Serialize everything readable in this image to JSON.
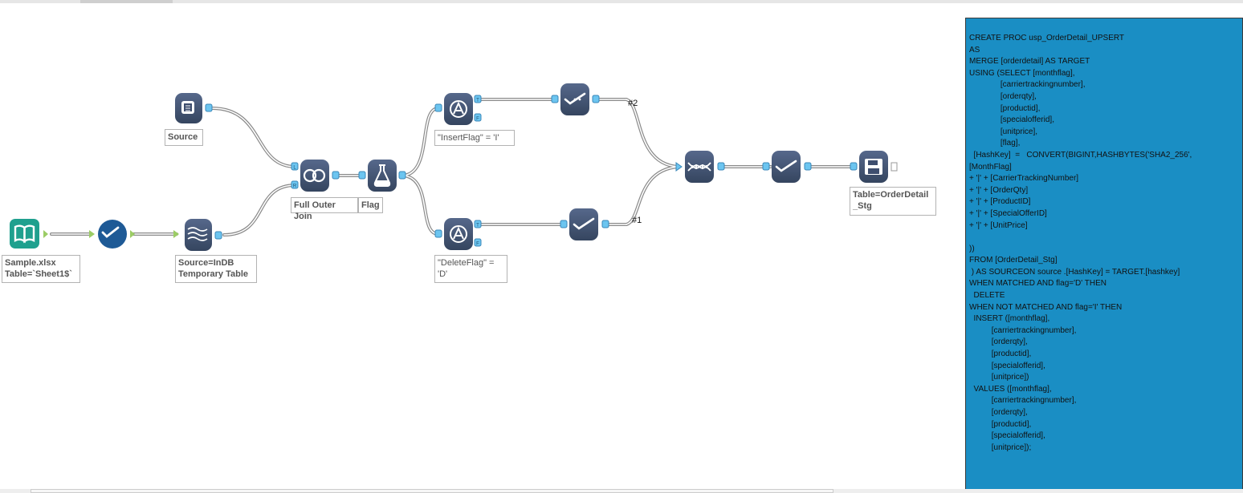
{
  "canvas": {
    "background": "#ffffff",
    "tool_color": "#3e4e6e",
    "anchor_color": "#6cc5f0",
    "input_color": "#2a9d8f",
    "select_color": "#1e5a96"
  },
  "tools": [
    {
      "id": "input_data",
      "icon": "input-book-icon"
    },
    {
      "id": "select",
      "icon": "select-check-icon"
    },
    {
      "id": "data_stream_in",
      "icon": "data-stream-in-icon"
    },
    {
      "id": "connect_in_db",
      "icon": "connect-in-db-icon"
    },
    {
      "id": "join",
      "icon": "join-icon"
    },
    {
      "id": "formula",
      "icon": "formula-flask-icon"
    },
    {
      "id": "filter_insert",
      "icon": "filter-icon"
    },
    {
      "id": "filter_delete",
      "icon": "filter-icon"
    },
    {
      "id": "select_insert",
      "icon": "select-in-db-icon"
    },
    {
      "id": "select_delete",
      "icon": "select-in-db-icon"
    },
    {
      "id": "union",
      "icon": "union-dna-icon"
    },
    {
      "id": "select_final",
      "icon": "select-in-db-icon"
    },
    {
      "id": "write_data",
      "icon": "write-data-disk-icon"
    }
  ],
  "labels": {
    "input_data": "Sample.xlsx\nTable=`Sheet1$`",
    "data_stream_in": "Source=InDB\nTemporary Table",
    "connect_in_db": "Source",
    "join": "Full Outer Join",
    "formula": "Flag",
    "filter_insert": "\"InsertFlag\" = 'I'",
    "filter_delete": "\"DeleteFlag\" =\n'D'",
    "write_data": "Table=OrderDetail\n_Stg"
  },
  "anchors": {
    "join_left": "L",
    "join_right": "R",
    "filter_true": "T",
    "filter_false": "F",
    "union_input_2": "#2",
    "union_input_1": "#1"
  },
  "comment": {
    "background": "#1a8ec4",
    "text": "CREATE PROC usp_OrderDetail_UPSERT\nAS\nMERGE [orderdetail] AS TARGET\nUSING (SELECT [monthflag],\n              [carriertrackingnumber],\n              [orderqty],\n              [productid],\n              [specialofferid],\n              [unitprice],\n              [flag],\n  [HashKey]  =   CONVERT(BIGINT,HASHBYTES('SHA2_256',\n[MonthFlag]\n+ '|' + [CarrierTrackingNumber]\n+ '|' + [OrderQty]\n+ '|' + [ProductID]\n+ '|' + [SpecialOfferID]\n+ '|' + [UnitPrice]\n\n))\nFROM [OrderDetail_Stg]\n ) AS SOURCEON source .[HashKey] = TARGET.[hashkey]\nWHEN MATCHED AND flag='D' THEN\n  DELETE\nWHEN NOT MATCHED AND flag='I' THEN\n  INSERT ([monthflag],\n          [carriertrackingnumber],\n          [orderqty],\n          [productid],\n          [specialofferid],\n          [unitprice])\n  VALUES ([monthflag],\n          [carriertrackingnumber],\n          [orderqty],\n          [productid],\n          [specialofferid],\n          [unitprice]);"
  }
}
